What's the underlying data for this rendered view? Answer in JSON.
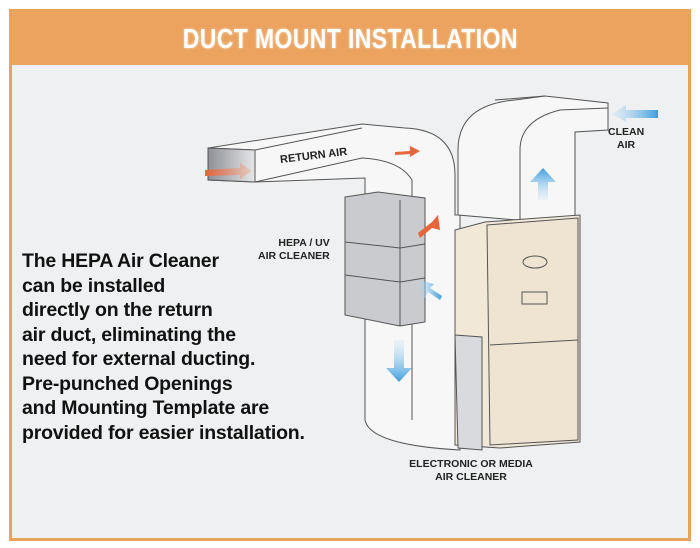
{
  "header": {
    "title": "DUCT MOUNT INSTALLATION"
  },
  "labels": {
    "return_air": "RETURN AIR",
    "clean_air": [
      "CLEAN",
      "AIR"
    ],
    "hepa": [
      "HEPA / UV",
      "AIR CLEANER"
    ],
    "electronic": [
      "ELECTRONIC OR MEDIA",
      "AIR CLEANER"
    ]
  },
  "description": [
    "The HEPA Air Cleaner",
    "can be installed",
    "directly on the return",
    "air duct, eliminating the",
    "need for external ducting.",
    "Pre-punched Openings",
    "and Mounting Template are",
    "provided for easier installation."
  ],
  "colors": {
    "accent": "#eba35f",
    "warm_arrow": "#e8643a",
    "cool_arrow": "#4aa3e0",
    "furnace": "#efe4d2"
  }
}
